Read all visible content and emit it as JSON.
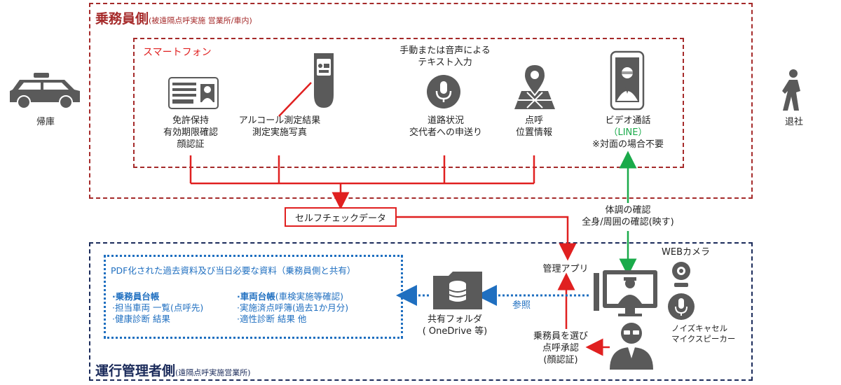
{
  "crew": {
    "title": "乗務員側",
    "subtitle": "(被遠隔点呼実施 営業所/車内)",
    "smartphone_label": "スマートフォン",
    "items": {
      "license": [
        "免許保持",
        "有効期限確認",
        "顔認証"
      ],
      "alcohol": [
        "アルコール測定結果",
        "測定実施写真"
      ],
      "voice_top": [
        "手動または音声による",
        "テキスト入力"
      ],
      "road": [
        "道路状況",
        "交代者への申送り"
      ],
      "location": [
        "点呼",
        "位置情報"
      ],
      "video": [
        "ビデオ通話",
        "（LINE）",
        "※対面の場合不要"
      ]
    }
  },
  "side": {
    "left": "帰庫",
    "right": "退社"
  },
  "self_check": "セルフチェックデータ",
  "health_check": [
    "体調の確認",
    "全身/周囲の確認(映す)"
  ],
  "manager": {
    "title": "運行管理者側",
    "subtitle": "(遠隔点呼実施営業所)",
    "app": "管理アプリ",
    "webcam": "WEBカメラ",
    "speaker": [
      "ノイズキャセル",
      "マイクスピーカー"
    ],
    "approve": [
      "乗務員を選び",
      "点呼承認",
      "(顔認証)"
    ],
    "reference": "参照",
    "shared_folder": [
      "共有フォルダ",
      "( OneDrive 等)"
    ]
  },
  "docs": {
    "heading": "PDF化された過去資料及び当日必要な資料（乗務員側と共有）",
    "left": [
      {
        "text": "·乗務員台帳",
        "bold": true
      },
      {
        "text": "·担当車両 一覧(点呼先)",
        "bold": false
      },
      {
        "text": "·健康診断 結果",
        "bold": false
      }
    ],
    "right": [
      {
        "text": "·車両台帳",
        "bold2": "(車検実施等確認)"
      },
      {
        "text": "·実施済点呼簿(過去1か月分)",
        "bold2": ""
      },
      {
        "text": "·適性診断 結果 他",
        "bold2": ""
      }
    ]
  },
  "colors": {
    "red": "#e02020",
    "darkred": "#a52a2a",
    "navy": "#1a2a5a",
    "blue": "#1f6fc0",
    "green": "#1aaa4a",
    "icon": "#5a5a5a"
  }
}
